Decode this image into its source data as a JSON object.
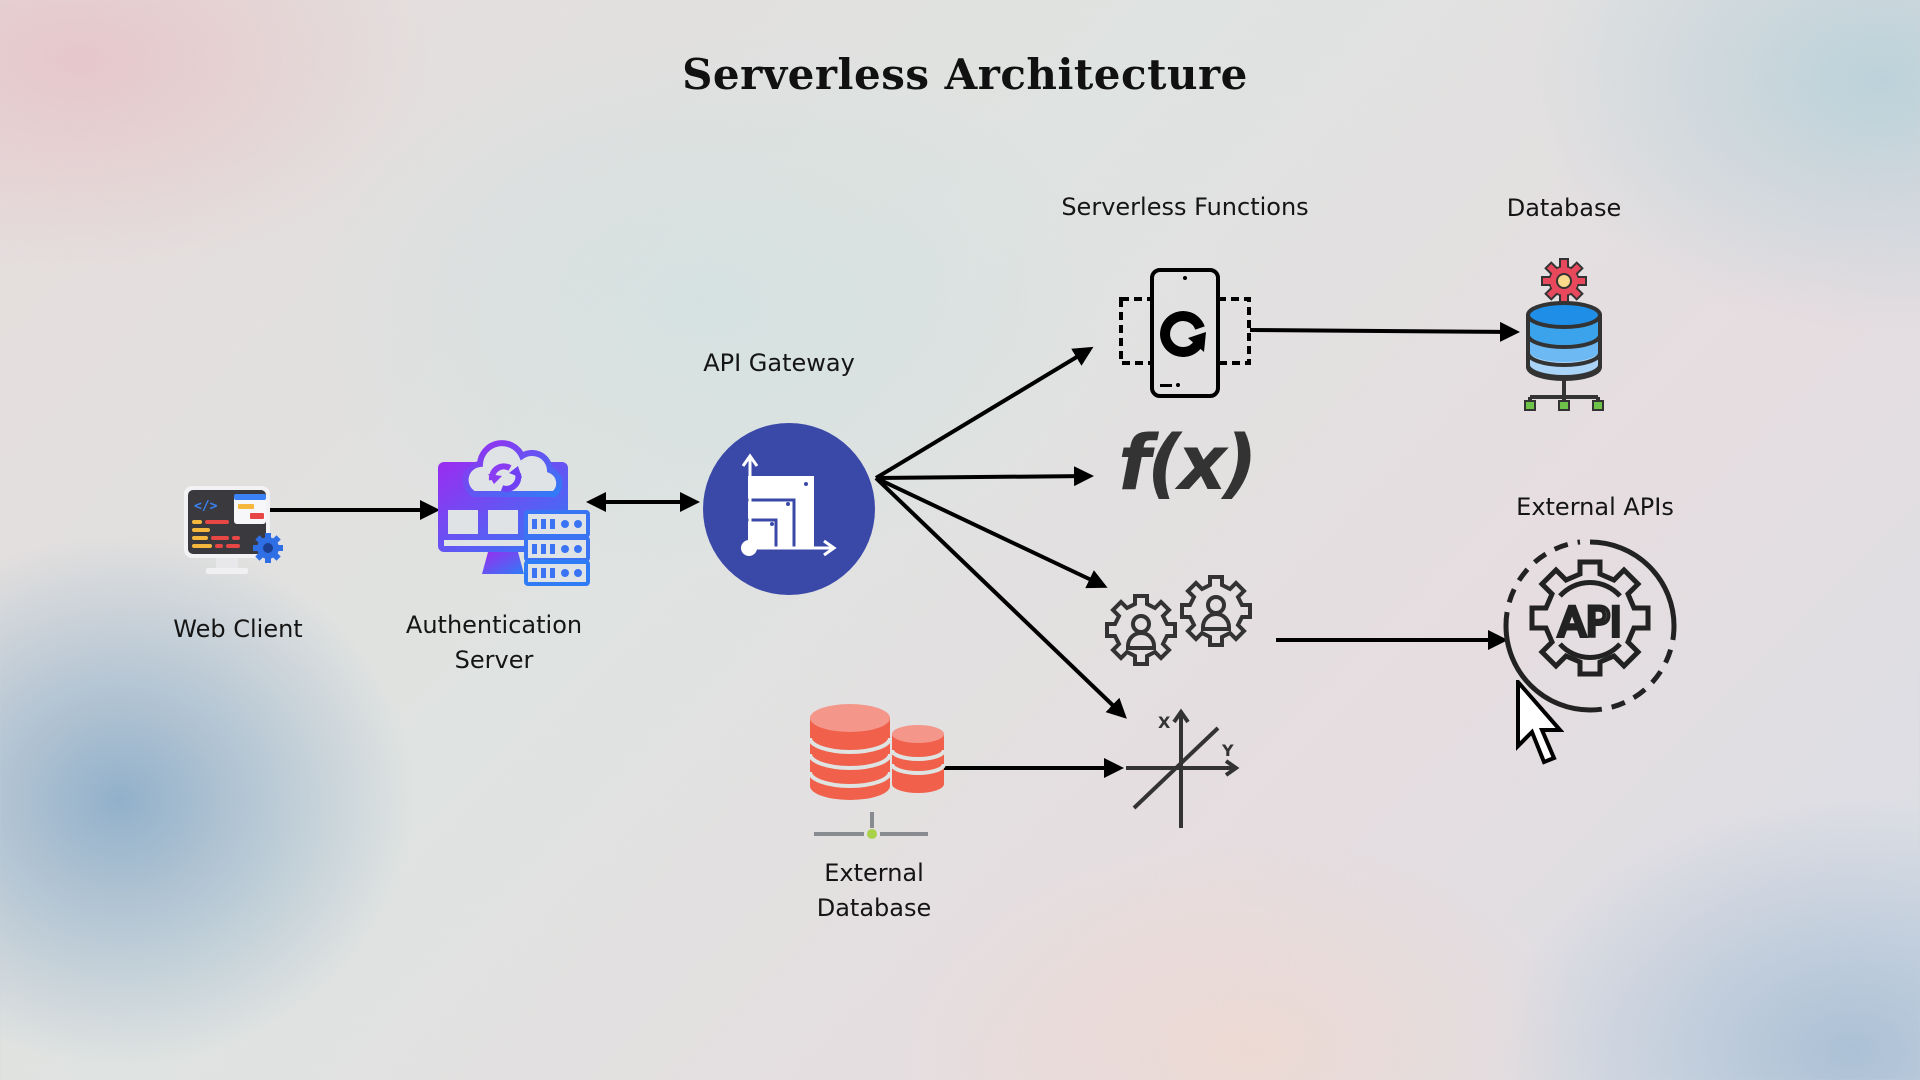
{
  "title": "Serverless Architecture",
  "nodes": {
    "web_client": {
      "label": "Web Client",
      "icon": "web-client-monitor-icon"
    },
    "auth_server": {
      "label_line1": "Authentication",
      "label_line2": "Server",
      "icon": "cloud-server-sync-icon"
    },
    "api_gateway": {
      "label": "API Gateway",
      "icon": "api-gateway-icon"
    },
    "serverless_functions": {
      "label": "Serverless Functions",
      "icons": [
        "mobile-refresh-icon",
        "function-fx-icon",
        "user-gears-icon",
        "xy-axis-icon"
      ]
    },
    "database": {
      "label": "Database",
      "icon": "database-gear-icon"
    },
    "external_apis": {
      "label": "External APIs",
      "icon": "api-gear-icon",
      "cursor": "mouse-pointer-icon",
      "api_text": "API"
    },
    "external_database": {
      "label_line1": "External",
      "label_line2": "Database",
      "icon": "external-database-icon"
    }
  },
  "fx_text": "f(x)",
  "axis_labels": {
    "x": "X",
    "y": "Y"
  },
  "connections": [
    {
      "from": "Web Client",
      "to": "Authentication Server",
      "type": "one-way"
    },
    {
      "from": "Authentication Server",
      "to": "API Gateway",
      "type": "two-way"
    },
    {
      "from": "API Gateway",
      "to": "mobile-refresh",
      "type": "one-way"
    },
    {
      "from": "API Gateway",
      "to": "function-fx",
      "type": "one-way"
    },
    {
      "from": "API Gateway",
      "to": "user-gears",
      "type": "one-way"
    },
    {
      "from": "API Gateway",
      "to": "xy-axis",
      "type": "one-way"
    },
    {
      "from": "mobile-refresh",
      "to": "Database",
      "type": "one-way"
    },
    {
      "from": "user-gears",
      "to": "External APIs",
      "type": "one-way"
    },
    {
      "from": "External Database",
      "to": "xy-axis",
      "type": "one-way"
    }
  ],
  "colors": {
    "gateway_blue": "#3a49a8",
    "auth_purple": "#9b2cf0",
    "auth_blue": "#2f7cf6",
    "ext_db_red": "#f0604a",
    "ext_db_light": "#f4978a",
    "db_blue": "#3aa3ec",
    "db_gear": "#e8485b",
    "arrow": "#000000",
    "icon_dark": "#333333"
  }
}
